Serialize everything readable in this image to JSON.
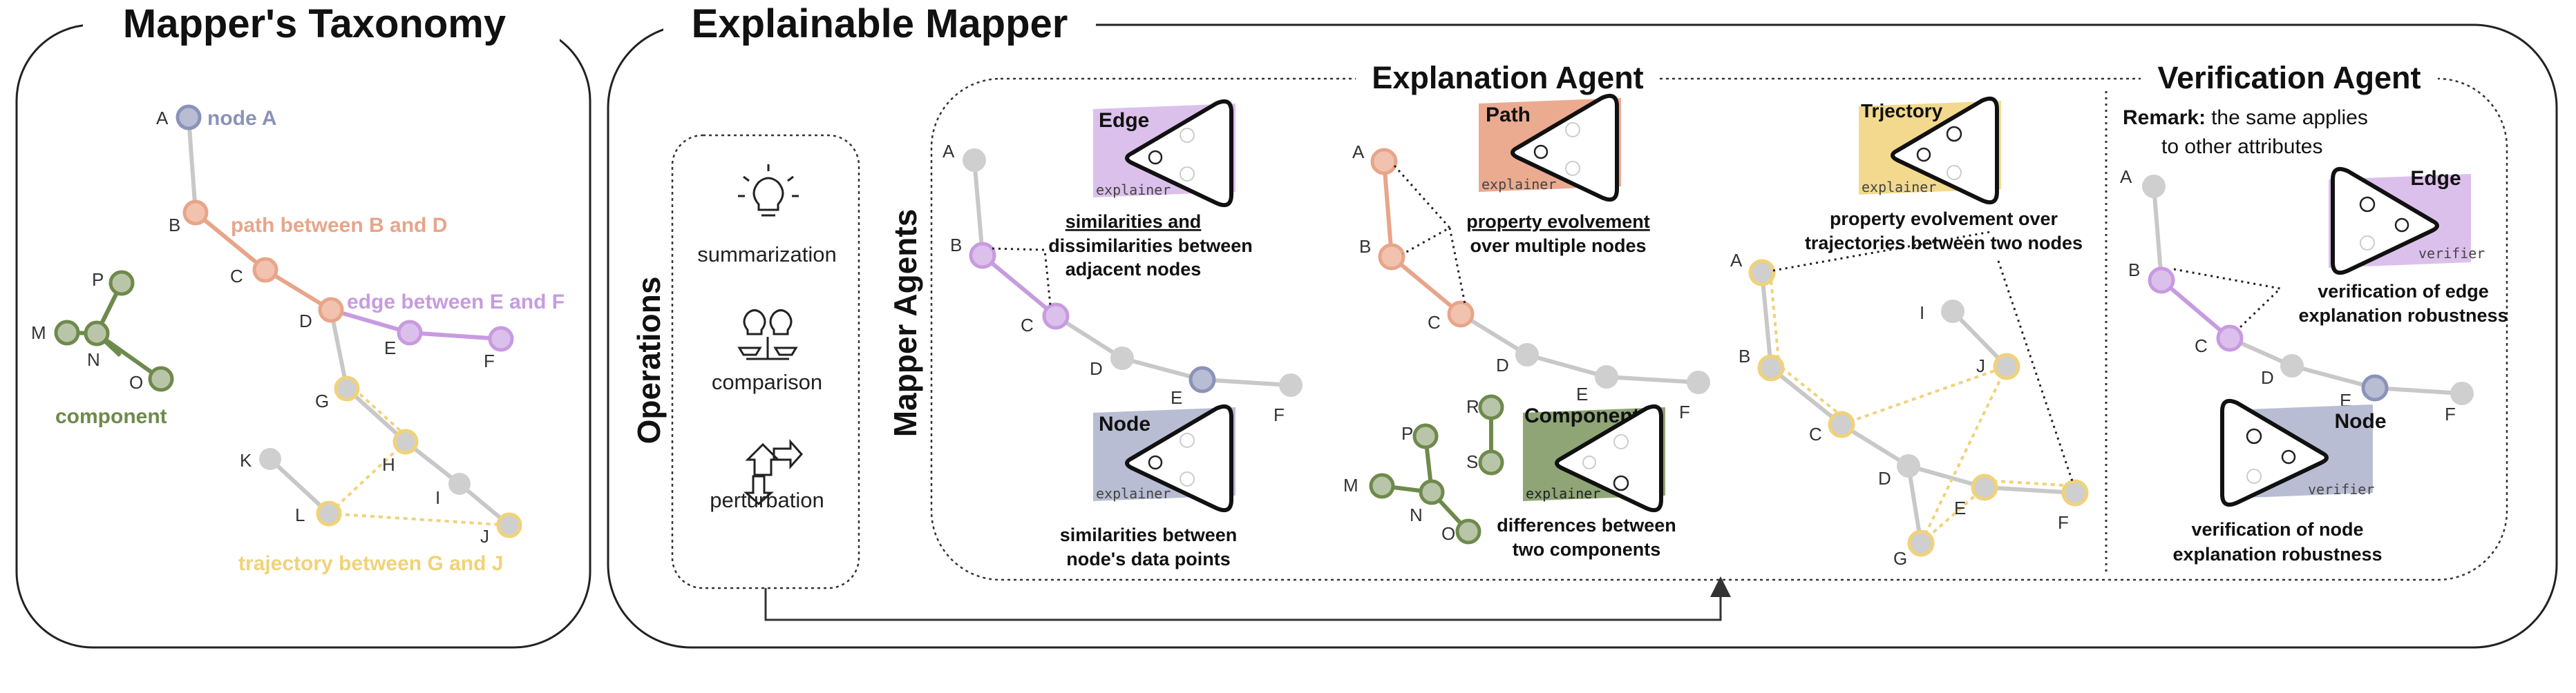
{
  "colors": {
    "gray": "#c8c8c8",
    "grayDark": "#aaaaaa",
    "blue": "#8a93b8",
    "blueFill": "#b9bdd3",
    "orange": "#e8a589",
    "orangeFill": "#f1c3ae",
    "purple": "#c79be0",
    "purpleFill": "#dcc0ec",
    "yellow": "#f0d27a",
    "green": "#6e8a4c",
    "greenFill": "#b9c5a8",
    "black": "#111111"
  },
  "taxonomy": {
    "title": "Mapper's Taxonomy",
    "node_a": "node A",
    "path_bd": "path between B and D",
    "edge_ef": "edge between E and F",
    "component": "component",
    "trajectory": "trajectory between G and J",
    "letters": {
      "A": "A",
      "B": "B",
      "C": "C",
      "D": "D",
      "E": "E",
      "F": "F",
      "G": "G",
      "H": "H",
      "I": "I",
      "J": "J",
      "K": "K",
      "L": "L",
      "M": "M",
      "N": "N",
      "O": "O",
      "P": "P"
    }
  },
  "explainable": {
    "title": "Explainable Mapper",
    "operations_title": "Operations",
    "operations": [
      "summarization",
      "comparison",
      "perturbation"
    ],
    "agents_title": "Mapper Agents",
    "explanation_title": "Explanation Agent",
    "verification_title": "Verification Agent"
  },
  "cards": {
    "edge": {
      "tag": "Edge",
      "sub": "explainer"
    },
    "node": {
      "tag": "Node",
      "sub": "explainer"
    },
    "path": {
      "tag": "Path",
      "sub": "explainer"
    },
    "component": {
      "tag": "Component",
      "sub": "explainer"
    },
    "trajectory": {
      "tag": "Trjectory",
      "sub": "explainer"
    },
    "vedge": {
      "tag": "Edge",
      "sub": "verifier"
    },
    "vnode": {
      "tag": "Node",
      "sub": "verifier"
    }
  },
  "captions": {
    "edge": [
      "similarities and",
      "dissimilarities between",
      "adjacent nodes"
    ],
    "node": [
      "similarities between",
      "node's data points"
    ],
    "path": [
      "property evolvement",
      "over multiple nodes"
    ],
    "component": [
      "differences between",
      "two components"
    ],
    "trajectory": [
      "property evolvement over",
      "trajectories between two nodes"
    ],
    "remark_bold": "Remark:",
    "remark_rest": "the same applies",
    "remark_line2": "to other attributes",
    "vedge": [
      "verification of edge",
      "explanation robustness"
    ],
    "vnode": [
      "verification of node",
      "explanation robustness"
    ]
  },
  "letters": {
    "A": "A",
    "B": "B",
    "C": "C",
    "D": "D",
    "E": "E",
    "F": "F",
    "G": "G",
    "I": "I",
    "J": "J",
    "M": "M",
    "N": "N",
    "O": "O",
    "P": "P",
    "R": "R",
    "S": "S"
  }
}
